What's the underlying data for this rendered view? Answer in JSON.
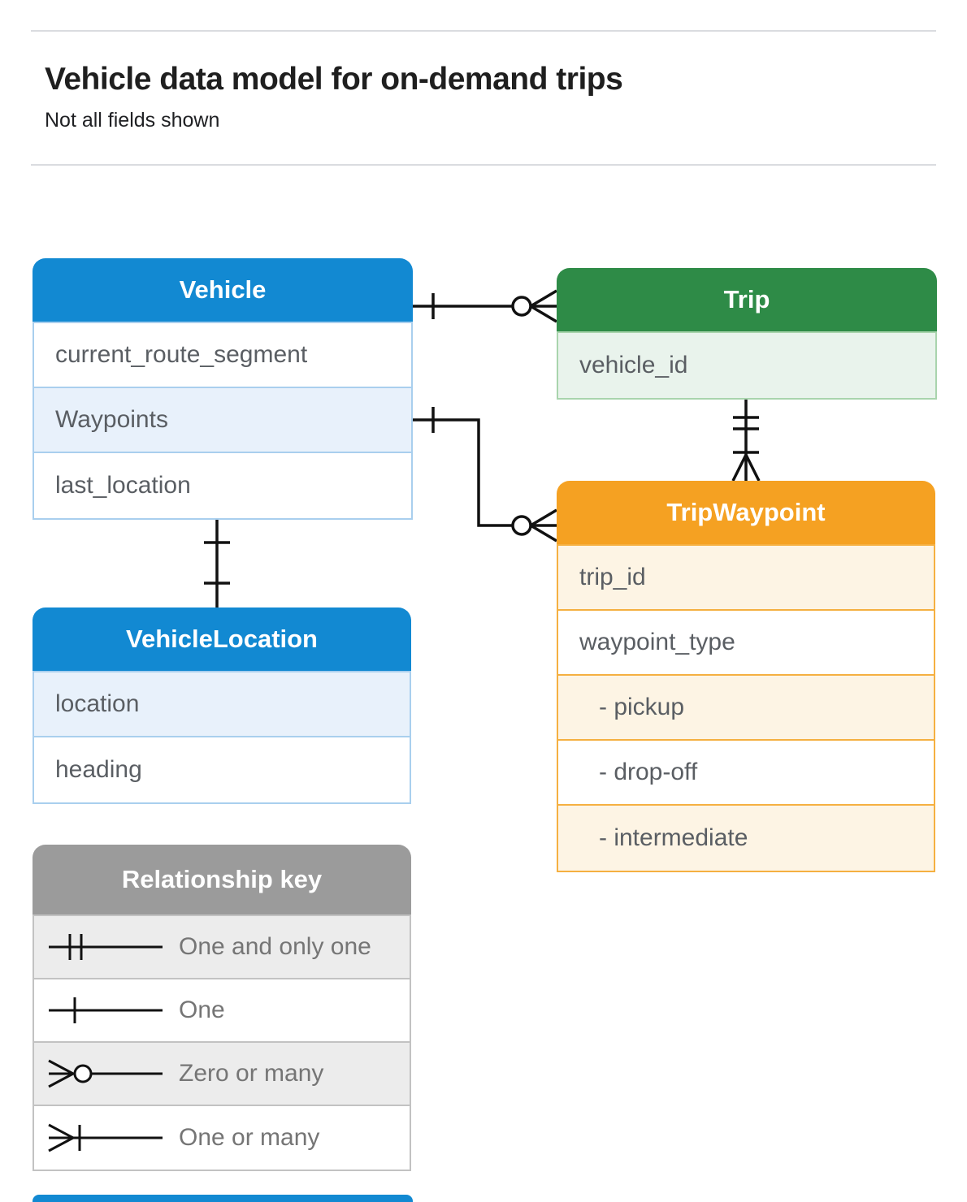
{
  "header": {
    "title": "Vehicle data model for on-demand trips",
    "subtitle": "Not all fields shown"
  },
  "colors": {
    "blue": "#1289d2",
    "blue_light": "#e8f1fb",
    "green": "#2e8b47",
    "green_light": "#e9f3ec",
    "orange": "#f5a122",
    "orange_light": "#fdf4e4",
    "gray": "#9b9b9b",
    "gray_light": "#ececec",
    "line": "#111111"
  },
  "entities": [
    {
      "id": "vehicle",
      "title": "Vehicle",
      "theme": "blue",
      "fields": [
        {
          "label": "current_route_segment",
          "shaded": false
        },
        {
          "label": "Waypoints",
          "shaded": true
        },
        {
          "label": "last_location",
          "shaded": false
        }
      ]
    },
    {
      "id": "trip",
      "title": "Trip",
      "theme": "green",
      "fields": [
        {
          "label": "vehicle_id",
          "shaded": true
        }
      ]
    },
    {
      "id": "trip-waypoint",
      "title": "TripWaypoint",
      "theme": "orange",
      "fields": [
        {
          "label": "trip_id",
          "shaded": true
        },
        {
          "label": "waypoint_type",
          "shaded": false
        },
        {
          "label": "- pickup",
          "shaded": true,
          "indent": true
        },
        {
          "label": "- drop-off",
          "shaded": false,
          "indent": true
        },
        {
          "label": "- intermediate",
          "shaded": true,
          "indent": true
        }
      ]
    },
    {
      "id": "vehicle-location",
      "title": "VehicleLocation",
      "theme": "blue",
      "fields": [
        {
          "label": "location",
          "shaded": true
        },
        {
          "label": "heading",
          "shaded": false
        }
      ]
    }
  ],
  "relationships": [
    {
      "from": "Vehicle",
      "to": "Trip",
      "from_cardinality": "one",
      "to_cardinality": "zero-or-many"
    },
    {
      "from": "Vehicle.Waypoints",
      "to": "TripWaypoint",
      "from_cardinality": "one",
      "to_cardinality": "zero-or-many"
    },
    {
      "from": "Trip",
      "to": "TripWaypoint",
      "from_cardinality": "one-and-only-one",
      "to_cardinality": "one-or-many"
    },
    {
      "from": "Vehicle",
      "to": "VehicleLocation",
      "from_cardinality": "one",
      "to_cardinality": "one"
    }
  ],
  "legend": {
    "title": "Relationship key",
    "items": [
      {
        "symbol": "one-and-only-one",
        "label": "One and only one"
      },
      {
        "symbol": "one",
        "label": "One"
      },
      {
        "symbol": "zero-or-many",
        "label": "Zero or many"
      },
      {
        "symbol": "one-or-many",
        "label": "One or many"
      }
    ]
  }
}
